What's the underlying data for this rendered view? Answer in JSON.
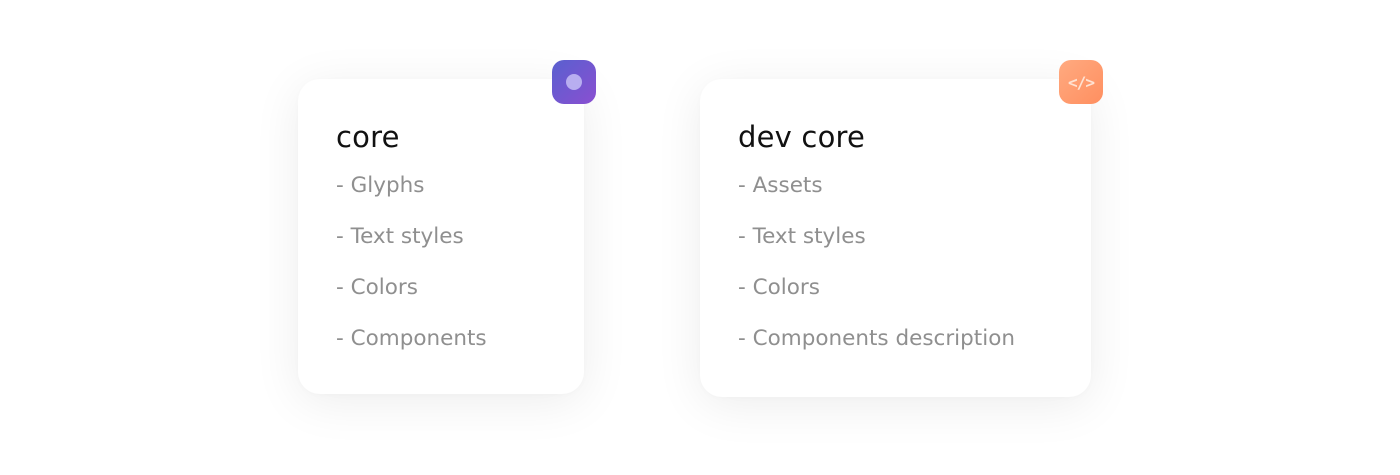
{
  "cards": [
    {
      "title": "core",
      "icon": "circle-dot-icon",
      "accent": "#6a58d0",
      "items": [
        "- Glyphs",
        "- Text styles",
        "- Colors",
        "- Components"
      ]
    },
    {
      "title": "dev core",
      "icon": "code-icon",
      "accent": "#ff9d72",
      "icon_text": "</>",
      "items": [
        "- Assets",
        "- Text styles",
        "- Colors",
        "- Components description"
      ]
    }
  ]
}
